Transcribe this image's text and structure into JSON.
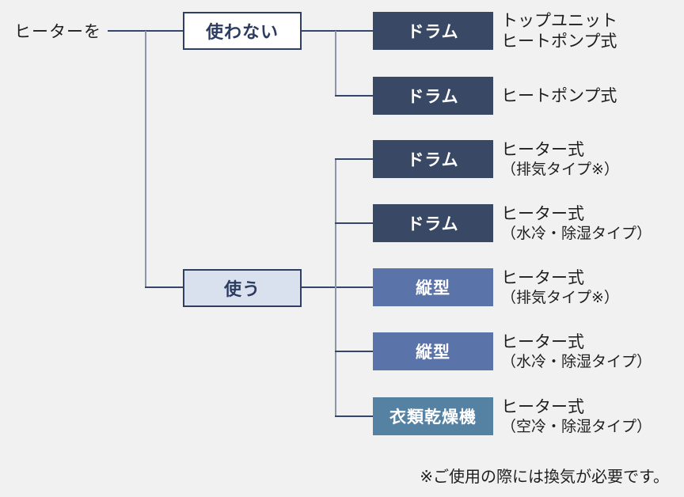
{
  "diagram": {
    "root_label": "ヒーターを",
    "decisions": {
      "no": {
        "label": "使わない"
      },
      "yes": {
        "label": "使う"
      }
    },
    "leaves": [
      {
        "box": "ドラム",
        "variant": "dark",
        "lines": [
          "トップユニット",
          "ヒートポンプ式"
        ]
      },
      {
        "box": "ドラム",
        "variant": "dark",
        "lines": [
          "ヒートポンプ式"
        ]
      },
      {
        "box": "ドラム",
        "variant": "dark",
        "lines": [
          "ヒーター式",
          "（排気タイプ※）"
        ]
      },
      {
        "box": "ドラム",
        "variant": "dark",
        "lines": [
          "ヒーター式",
          "（水冷・除湿タイプ）"
        ]
      },
      {
        "box": "縦型",
        "variant": "medium",
        "lines": [
          "ヒーター式",
          "（排気タイプ※）"
        ]
      },
      {
        "box": "縦型",
        "variant": "medium",
        "lines": [
          "ヒーター式",
          "（水冷・除湿タイプ）"
        ]
      },
      {
        "box": "衣類乾燥機",
        "variant": "steel",
        "lines": [
          "ヒーター式",
          "（空冷・除湿タイプ）"
        ]
      }
    ],
    "footnote": "※ご使用の際には換気が必要です。",
    "colors": {
      "background": "#f1f1f2",
      "box_dark": "#394864",
      "box_medium": "#5a73a8",
      "box_steel": "#5581a3",
      "decision_border": "#2e3f63",
      "decision_text": "#2b3c60",
      "decision_yes_fill": "#dae1ee",
      "line_horizontal": "#36456b",
      "line_vertical": "#8d96a8",
      "text": "#1e1e1e"
    }
  }
}
